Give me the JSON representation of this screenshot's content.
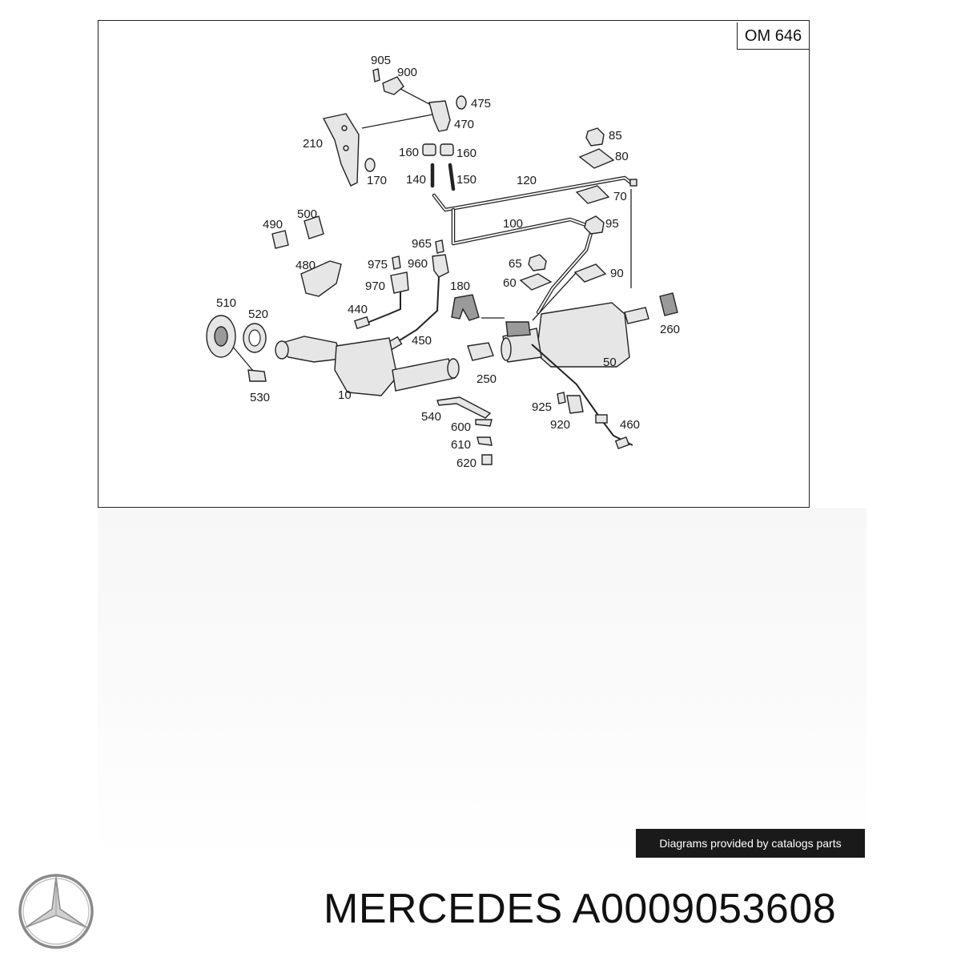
{
  "diagram": {
    "engine_code": "OM 646",
    "callouts": [
      {
        "id": "905",
        "label": "905"
      },
      {
        "id": "900",
        "label": "900"
      },
      {
        "id": "475",
        "label": "475"
      },
      {
        "id": "470",
        "label": "470"
      },
      {
        "id": "210",
        "label": "210"
      },
      {
        "id": "160a",
        "label": "160"
      },
      {
        "id": "160b",
        "label": "160"
      },
      {
        "id": "85",
        "label": "85"
      },
      {
        "id": "80",
        "label": "80"
      },
      {
        "id": "170",
        "label": "170"
      },
      {
        "id": "140",
        "label": "140"
      },
      {
        "id": "150",
        "label": "150"
      },
      {
        "id": "120",
        "label": "120"
      },
      {
        "id": "70",
        "label": "70"
      },
      {
        "id": "490",
        "label": "490"
      },
      {
        "id": "500",
        "label": "500"
      },
      {
        "id": "100",
        "label": "100"
      },
      {
        "id": "95",
        "label": "95"
      },
      {
        "id": "965",
        "label": "965"
      },
      {
        "id": "975",
        "label": "975"
      },
      {
        "id": "960",
        "label": "960"
      },
      {
        "id": "480",
        "label": "480"
      },
      {
        "id": "65",
        "label": "65"
      },
      {
        "id": "970",
        "label": "970"
      },
      {
        "id": "60",
        "label": "60"
      },
      {
        "id": "90",
        "label": "90"
      },
      {
        "id": "180",
        "label": "180"
      },
      {
        "id": "510",
        "label": "510"
      },
      {
        "id": "520",
        "label": "520"
      },
      {
        "id": "440",
        "label": "440"
      },
      {
        "id": "260",
        "label": "260"
      },
      {
        "id": "450",
        "label": "450"
      },
      {
        "id": "50",
        "label": "50"
      },
      {
        "id": "250",
        "label": "250"
      },
      {
        "id": "530",
        "label": "530"
      },
      {
        "id": "10",
        "label": "10"
      },
      {
        "id": "925",
        "label": "925"
      },
      {
        "id": "540",
        "label": "540"
      },
      {
        "id": "920",
        "label": "920"
      },
      {
        "id": "460",
        "label": "460"
      },
      {
        "id": "600",
        "label": "600"
      },
      {
        "id": "610",
        "label": "610"
      },
      {
        "id": "620",
        "label": "620"
      }
    ]
  },
  "credit": "Diagrams provided by catalogs parts",
  "title": {
    "brand": "MERCEDES",
    "part_number": "A0009053608"
  },
  "logo": {
    "icon": "three-pointed-star-icon"
  },
  "colors": {
    "line": "#222222",
    "banner": "#1a1a1a"
  }
}
